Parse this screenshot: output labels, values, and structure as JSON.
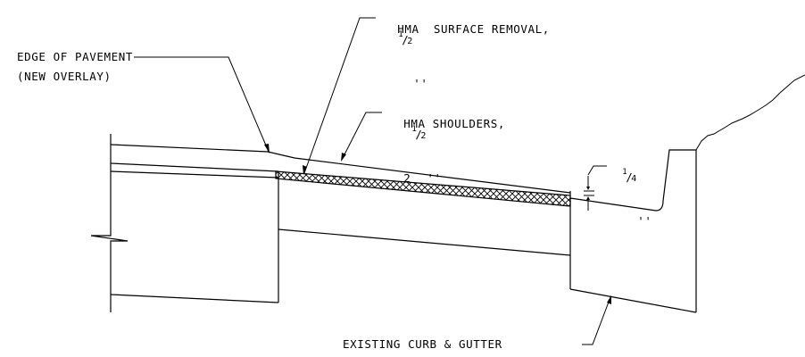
{
  "labels": {
    "edge_of_pavement": "EDGE OF PAVEMENT",
    "new_overlay": "(NEW OVERLAY)",
    "hma_surface_removal": "HMA  SURFACE REMOVAL,",
    "hma_surface_removal_fraction": {
      "numerator": "1",
      "denominator": "2",
      "unit": "''"
    },
    "hma_shoulders": "HMA SHOULDERS,",
    "hma_shoulders_whole": "2",
    "hma_shoulders_fraction": {
      "numerator": "1",
      "denominator": "2",
      "unit": "''"
    },
    "quarter_inch_fraction": {
      "numerator": "1",
      "denominator": "4",
      "unit": "''"
    },
    "existing_curb_gutter": "EXISTING CURB & GUTTER"
  },
  "colors": {
    "line": "#000000",
    "background": "#ffffff"
  }
}
